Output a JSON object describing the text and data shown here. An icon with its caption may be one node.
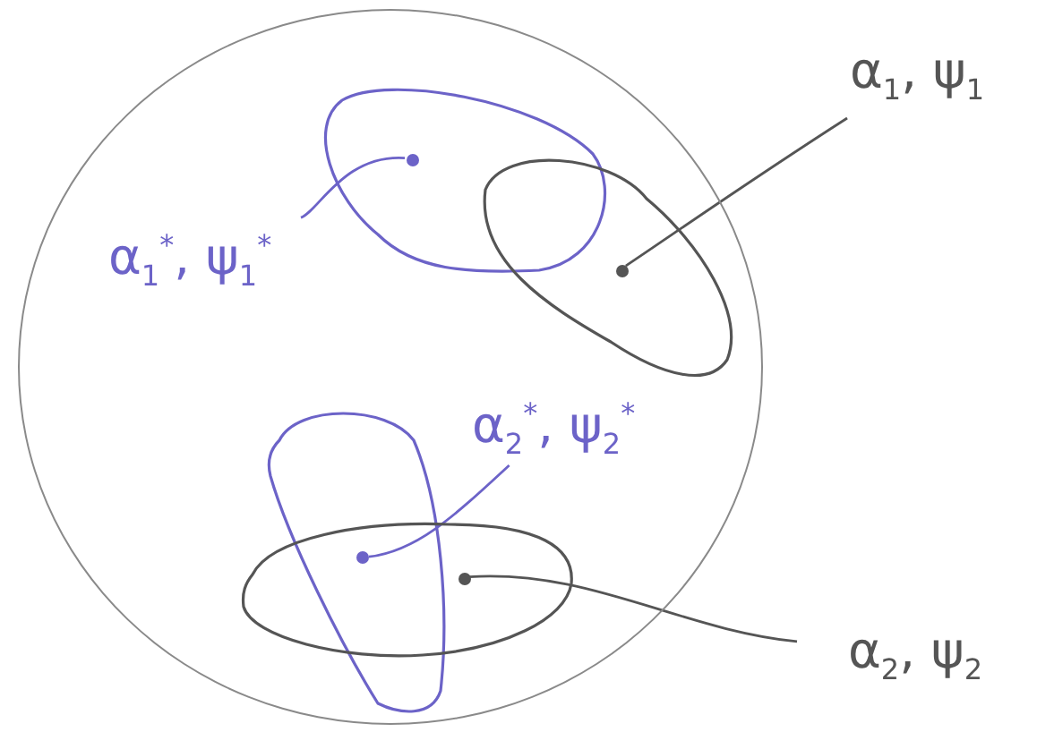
{
  "diagram": {
    "nodes": [
      {
        "text": [],
        "shape": "circle"
      },
      {
        "text": [],
        "shape": "oval",
        "in": 0
      },
      {
        "text": [],
        "shape": "dot",
        "in": 1
      },
      {
        "text": [],
        "shape": "oval",
        "in": 0
      },
      {
        "text": [],
        "shape": "dot",
        "in": 3
      },
      {
        "text": [],
        "shape": "oval",
        "in": 0
      },
      {
        "text": [],
        "shape": "dot"
      },
      {
        "text": [],
        "shape": "oval",
        "in": 0
      },
      {
        "text": [],
        "shape": "dot",
        "in": 7
      },
      {
        "text": [
          "α$_{1}$, ψ$_{1}$"
        ]
      },
      {
        "text": [
          "α$_{1}$$^{*}$, ψ$_{1}$$^{*}$"
        ],
        "in": 0
      },
      {
        "text": [
          "α$_{2}$$^{*}$, ψ$_{2}$$^{*}$"
        ],
        "in": 0
      },
      {
        "text": [
          "α$_{2}$, ψ$_{2}$"
        ]
      }
    ],
    "edges": [
      {
        "from": 9,
        "to": 4,
        "arrow": "none"
      },
      {
        "from": 10,
        "to": 2,
        "arrow": "none",
        "color": "#6c63c8"
      },
      {
        "from": 11,
        "to": 6,
        "arrow": "none",
        "color": "#6c63c8"
      },
      {
        "from": 12,
        "to": 8,
        "arrow": "none"
      }
    ]
  }
}
